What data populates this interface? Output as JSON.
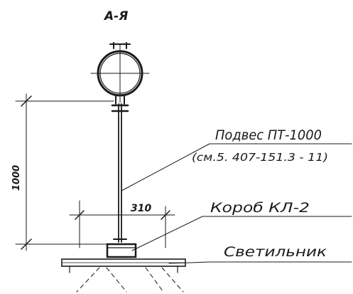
{
  "drawing": {
    "section_title": "А-Я",
    "dimension_height": "1000",
    "dimension_width": "310",
    "labels": {
      "hanger": "Подвес ПТ-1000",
      "hanger_ref": "(см.5. 407-151.3 - 11)",
      "box": "Короб КЛ-2",
      "luminaire": "Светильник"
    }
  }
}
